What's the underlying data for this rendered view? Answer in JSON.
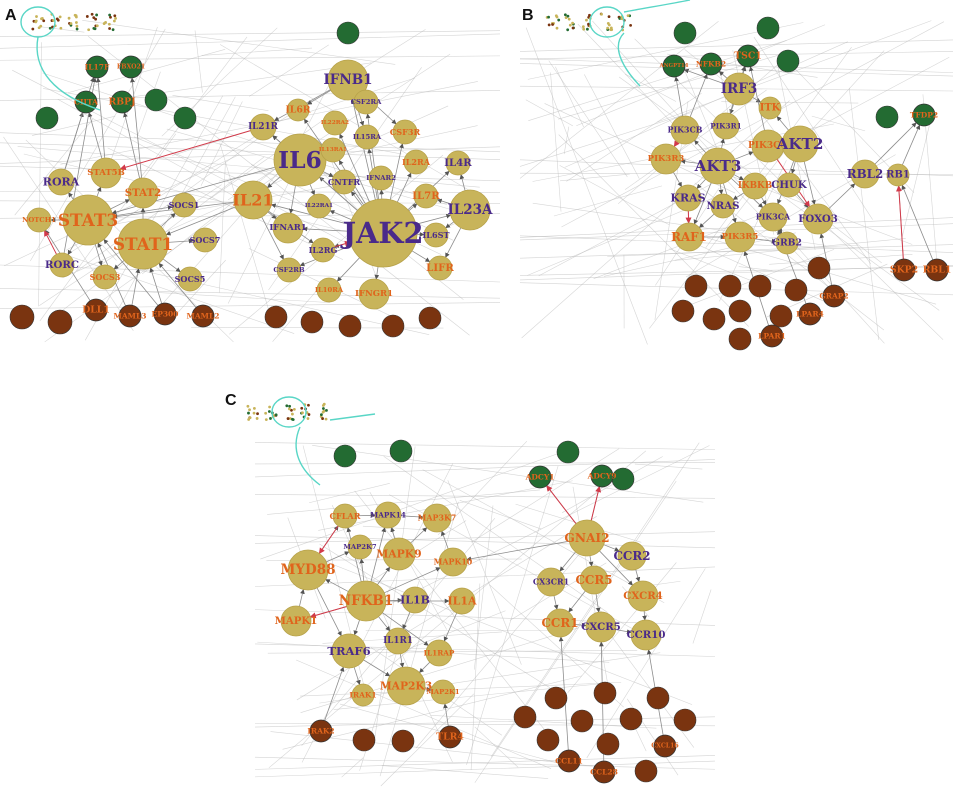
{
  "panels": [
    {
      "label": "A"
    },
    {
      "label": "B"
    },
    {
      "label": "C"
    }
  ],
  "colors": {
    "hub": "#c8b45a",
    "hub_stroke": "#b7a24a",
    "green": "#236b32",
    "brown": "#7a3410",
    "text_orange": "#e0641c",
    "text_purple": "#4a2a8a",
    "edge": "#8a8a8a",
    "edge_red": "#d23a4a",
    "cyan": "#59d6c6"
  },
  "nodes": {
    "A": [
      {
        "id": "IFNB1",
        "c": "hub",
        "t": "purple"
      },
      {
        "id": "IL6",
        "c": "hub",
        "t": "purple"
      },
      {
        "id": "JAK2",
        "c": "hub",
        "t": "purple"
      },
      {
        "id": "IL21",
        "c": "hub",
        "t": "orange"
      },
      {
        "id": "IL23A",
        "c": "hub",
        "t": "purple"
      },
      {
        "id": "STAT3",
        "c": "hub",
        "t": "orange"
      },
      {
        "id": "STAT1",
        "c": "hub",
        "t": "orange"
      },
      {
        "id": "STAT5B",
        "c": "hub",
        "t": "orange"
      },
      {
        "id": "STAT2",
        "c": "hub",
        "t": "orange"
      },
      {
        "id": "RORA",
        "c": "hub",
        "t": "purple"
      },
      {
        "id": "NOTCH1",
        "c": "hub",
        "t": "orange"
      },
      {
        "id": "RORC",
        "c": "hub",
        "t": "purple"
      },
      {
        "id": "SOCS1",
        "c": "hub",
        "t": "purple"
      },
      {
        "id": "SOCS7",
        "c": "hub",
        "t": "purple"
      },
      {
        "id": "SOCS3",
        "c": "hub",
        "t": "orange"
      },
      {
        "id": "SOCS5",
        "c": "hub",
        "t": "purple"
      },
      {
        "id": "IL21R",
        "c": "hub",
        "t": "purple"
      },
      {
        "id": "IL6R",
        "c": "hub",
        "t": "orange"
      },
      {
        "id": "IL22RA2",
        "c": "hub",
        "t": "orange"
      },
      {
        "id": "CSF2RA",
        "c": "hub",
        "t": "purple"
      },
      {
        "id": "IL15RA",
        "c": "hub",
        "t": "purple"
      },
      {
        "id": "CSF3R",
        "c": "hub",
        "t": "orange"
      },
      {
        "id": "IL13RA1",
        "c": "hub",
        "t": "orange"
      },
      {
        "id": "IL2RA",
        "c": "hub",
        "t": "orange"
      },
      {
        "id": "IL4R",
        "c": "hub",
        "t": "purple"
      },
      {
        "id": "CNTFR",
        "c": "hub",
        "t": "purple"
      },
      {
        "id": "IFNAR2",
        "c": "hub",
        "t": "purple"
      },
      {
        "id": "IL7R",
        "c": "hub",
        "t": "orange"
      },
      {
        "id": "IL22RA1",
        "c": "hub",
        "t": "purple"
      },
      {
        "id": "IFNAR1",
        "c": "hub",
        "t": "purple"
      },
      {
        "id": "IL2RG",
        "c": "hub",
        "t": "purple"
      },
      {
        "id": "IL6ST",
        "c": "hub",
        "t": "purple"
      },
      {
        "id": "CSF2RB",
        "c": "hub",
        "t": "purple"
      },
      {
        "id": "IL10RA",
        "c": "hub",
        "t": "orange"
      },
      {
        "id": "IFNGR1",
        "c": "hub",
        "t": "orange"
      },
      {
        "id": "LIFR",
        "c": "hub",
        "t": "orange"
      },
      {
        "id": "IL17F",
        "c": "green",
        "t": "orange"
      },
      {
        "id": "FBXO21",
        "c": "green",
        "t": "orange"
      },
      {
        "id": "CIITA",
        "c": "green",
        "t": "orange"
      },
      {
        "id": "RBPJ",
        "c": "green",
        "t": "orange"
      },
      {
        "id": "DLL1",
        "c": "brown",
        "t": "orange"
      },
      {
        "id": "MAML3",
        "c": "brown",
        "t": "orange"
      },
      {
        "id": "EP300",
        "c": "brown",
        "t": "orange"
      },
      {
        "id": "MAML2",
        "c": "brown",
        "t": "orange"
      }
    ],
    "B": [
      {
        "id": "IRF3",
        "c": "hub",
        "t": "purple"
      },
      {
        "id": "ITK",
        "c": "hub",
        "t": "orange"
      },
      {
        "id": "PIK3CB",
        "c": "hub",
        "t": "purple"
      },
      {
        "id": "PIK3R1",
        "c": "hub",
        "t": "purple"
      },
      {
        "id": "PIK3CG",
        "c": "hub",
        "t": "orange"
      },
      {
        "id": "AKT2",
        "c": "hub",
        "t": "purple"
      },
      {
        "id": "PIK3R3",
        "c": "hub",
        "t": "orange"
      },
      {
        "id": "AKT3",
        "c": "hub",
        "t": "purple"
      },
      {
        "id": "IKBKB",
        "c": "hub",
        "t": "orange"
      },
      {
        "id": "CHUK",
        "c": "hub",
        "t": "purple"
      },
      {
        "id": "KRAS",
        "c": "hub",
        "t": "purple"
      },
      {
        "id": "NRAS",
        "c": "hub",
        "t": "purple"
      },
      {
        "id": "PIK3CA",
        "c": "hub",
        "t": "purple"
      },
      {
        "id": "FOXO3",
        "c": "hub",
        "t": "purple"
      },
      {
        "id": "RAF1",
        "c": "hub",
        "t": "orange"
      },
      {
        "id": "PIK3R5",
        "c": "hub",
        "t": "orange"
      },
      {
        "id": "GRB2",
        "c": "hub",
        "t": "purple"
      },
      {
        "id": "RBL2",
        "c": "hub",
        "t": "purple"
      },
      {
        "id": "RB1",
        "c": "hub",
        "t": "purple"
      },
      {
        "id": "ANGPT14",
        "c": "green",
        "t": "orange"
      },
      {
        "id": "NFKB2",
        "c": "green",
        "t": "orange"
      },
      {
        "id": "TSC1",
        "c": "green",
        "t": "orange"
      },
      {
        "id": "TFDP2",
        "c": "green",
        "t": "orange"
      },
      {
        "id": "GRAP2",
        "c": "brown",
        "t": "orange"
      },
      {
        "id": "LPAR4",
        "c": "brown",
        "t": "orange"
      },
      {
        "id": "LPAR1",
        "c": "brown",
        "t": "orange"
      },
      {
        "id": "SKP2",
        "c": "brown",
        "t": "orange"
      },
      {
        "id": "RBL1",
        "c": "brown",
        "t": "orange"
      }
    ],
    "C": [
      {
        "id": "CFLAR",
        "c": "hub",
        "t": "orange"
      },
      {
        "id": "MAPK14",
        "c": "hub",
        "t": "purple"
      },
      {
        "id": "MAP3K7",
        "c": "hub",
        "t": "orange"
      },
      {
        "id": "MAP2K7",
        "c": "hub",
        "t": "purple"
      },
      {
        "id": "MAPK9",
        "c": "hub",
        "t": "orange"
      },
      {
        "id": "MAPK10",
        "c": "hub",
        "t": "orange"
      },
      {
        "id": "MYD88",
        "c": "hub",
        "t": "orange"
      },
      {
        "id": "NFKB1",
        "c": "hub",
        "t": "orange"
      },
      {
        "id": "IL1B",
        "c": "hub",
        "t": "purple"
      },
      {
        "id": "IL1A",
        "c": "hub",
        "t": "orange"
      },
      {
        "id": "MAPK1",
        "c": "hub",
        "t": "orange"
      },
      {
        "id": "TRAF6",
        "c": "hub",
        "t": "purple"
      },
      {
        "id": "IL1R1",
        "c": "hub",
        "t": "purple"
      },
      {
        "id": "IL1RAP",
        "c": "hub",
        "t": "orange"
      },
      {
        "id": "IRAK1",
        "c": "hub",
        "t": "orange"
      },
      {
        "id": "MAP2K3",
        "c": "hub",
        "t": "orange"
      },
      {
        "id": "MAP2K1",
        "c": "hub",
        "t": "orange"
      },
      {
        "id": "GNAI2",
        "c": "hub",
        "t": "orange"
      },
      {
        "id": "CCR2",
        "c": "hub",
        "t": "purple"
      },
      {
        "id": "CX3CR1",
        "c": "hub",
        "t": "purple"
      },
      {
        "id": "CCR5",
        "c": "hub",
        "t": "orange"
      },
      {
        "id": "CXCR4",
        "c": "hub",
        "t": "orange"
      },
      {
        "id": "CCR1",
        "c": "hub",
        "t": "orange"
      },
      {
        "id": "CXCR5",
        "c": "hub",
        "t": "purple"
      },
      {
        "id": "CCR10",
        "c": "hub",
        "t": "purple"
      },
      {
        "id": "ADCY1",
        "c": "green",
        "t": "orange"
      },
      {
        "id": "ADCY9",
        "c": "green",
        "t": "orange"
      },
      {
        "id": "IRAK2",
        "c": "brown",
        "t": "orange"
      },
      {
        "id": "TLR4",
        "c": "brown",
        "t": "orange"
      },
      {
        "id": "CCL11",
        "c": "brown",
        "t": "orange"
      },
      {
        "id": "CCL28",
        "c": "brown",
        "t": "orange"
      },
      {
        "id": "CXCL16",
        "c": "brown",
        "t": "orange"
      }
    ]
  }
}
